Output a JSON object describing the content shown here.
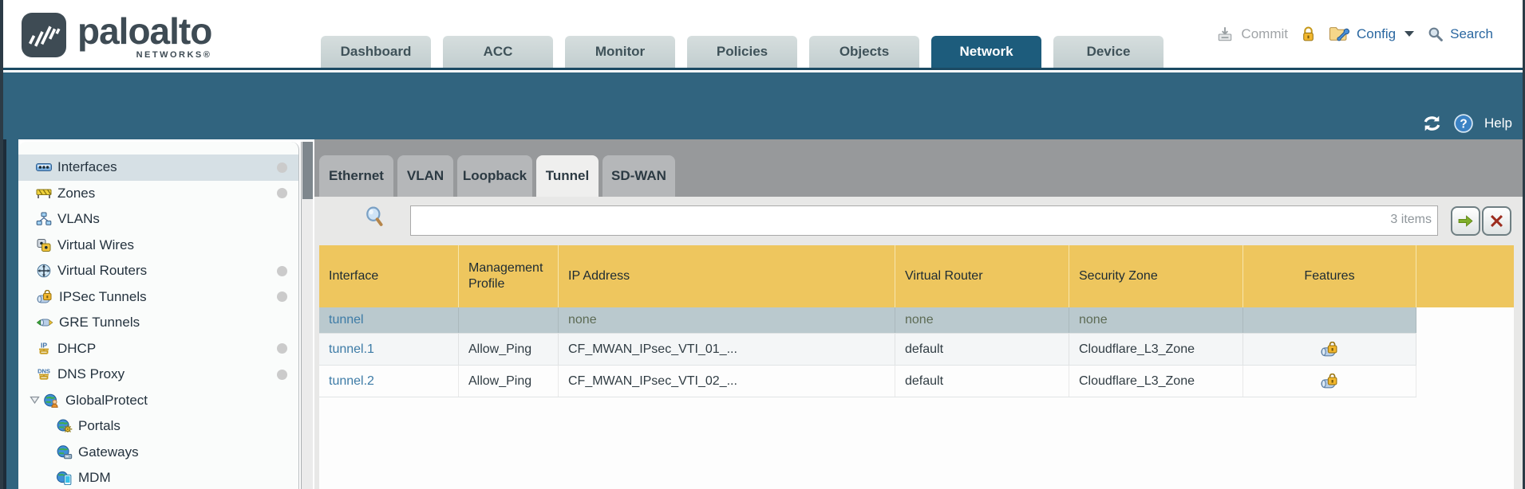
{
  "brand": {
    "wordmark": "paloalto",
    "subtext": "NETWORKS®"
  },
  "nav_tabs": [
    {
      "label": "Dashboard",
      "active": false
    },
    {
      "label": "ACC",
      "active": false
    },
    {
      "label": "Monitor",
      "active": false
    },
    {
      "label": "Policies",
      "active": false
    },
    {
      "label": "Objects",
      "active": false
    },
    {
      "label": "Network",
      "active": true
    },
    {
      "label": "Device",
      "active": false
    }
  ],
  "top_actions": {
    "commit_label": "Commit",
    "config_label": "Config",
    "search_label": "Search"
  },
  "band": {
    "help_label": "Help"
  },
  "sidebar": {
    "items": [
      {
        "label": "Interfaces",
        "icon": "interfaces-icon",
        "selected": true,
        "has_dot": true
      },
      {
        "label": "Zones",
        "icon": "zones-icon",
        "has_dot": true
      },
      {
        "label": "VLANs",
        "icon": "vlans-icon",
        "has_dot": false
      },
      {
        "label": "Virtual Wires",
        "icon": "virtual-wires-icon",
        "has_dot": false
      },
      {
        "label": "Virtual Routers",
        "icon": "virtual-routers-icon",
        "has_dot": true
      },
      {
        "label": "IPSec Tunnels",
        "icon": "ipsec-tunnels-icon",
        "has_dot": true
      },
      {
        "label": "GRE Tunnels",
        "icon": "gre-tunnels-icon",
        "has_dot": false
      },
      {
        "label": "DHCP",
        "icon": "dhcp-icon",
        "has_dot": true
      },
      {
        "label": "DNS Proxy",
        "icon": "dns-proxy-icon",
        "has_dot": true
      },
      {
        "label": "GlobalProtect",
        "icon": "globalprotect-icon",
        "expanded": true,
        "has_dot": false
      },
      {
        "label": "Portals",
        "icon": "portals-icon",
        "child": true,
        "has_dot": false
      },
      {
        "label": "Gateways",
        "icon": "gateways-icon",
        "child": true,
        "has_dot": false
      },
      {
        "label": "MDM",
        "icon": "mdm-icon",
        "child": true,
        "has_dot": false
      }
    ]
  },
  "subtabs": [
    {
      "label": "Ethernet",
      "active": false
    },
    {
      "label": "VLAN",
      "active": false
    },
    {
      "label": "Loopback",
      "active": false
    },
    {
      "label": "Tunnel",
      "active": true
    },
    {
      "label": "SD-WAN",
      "active": false
    }
  ],
  "filter": {
    "value": "",
    "items_count": "3 items"
  },
  "table": {
    "columns": [
      "Interface",
      "Management Profile",
      "IP Address",
      "Virtual Router",
      "Security Zone",
      "Features"
    ],
    "rows": [
      {
        "interface": "tunnel",
        "management_profile": "",
        "ip_address": "none",
        "virtual_router": "none",
        "security_zone": "none",
        "features_lock": false,
        "selected": true
      },
      {
        "interface": "tunnel.1",
        "management_profile": "Allow_Ping",
        "ip_address": "CF_MWAN_IPsec_VTI_01_...",
        "virtual_router": "default",
        "security_zone": "Cloudflare_L3_Zone",
        "features_lock": true,
        "selected": false
      },
      {
        "interface": "tunnel.2",
        "management_profile": "Allow_Ping",
        "ip_address": "CF_MWAN_IPsec_VTI_02_...",
        "virtual_router": "default",
        "security_zone": "Cloudflare_L3_Zone",
        "features_lock": true,
        "selected": false
      }
    ]
  },
  "colors": {
    "active_tab": "#1d5c7c",
    "teal_band": "#31647f",
    "table_header_yellow": "#eec65e",
    "selected_row": "#bac9ce",
    "link_blue": "#3d7ba6",
    "none_value_olive": "#5d6b55",
    "subtab_gray": "#97999b"
  }
}
